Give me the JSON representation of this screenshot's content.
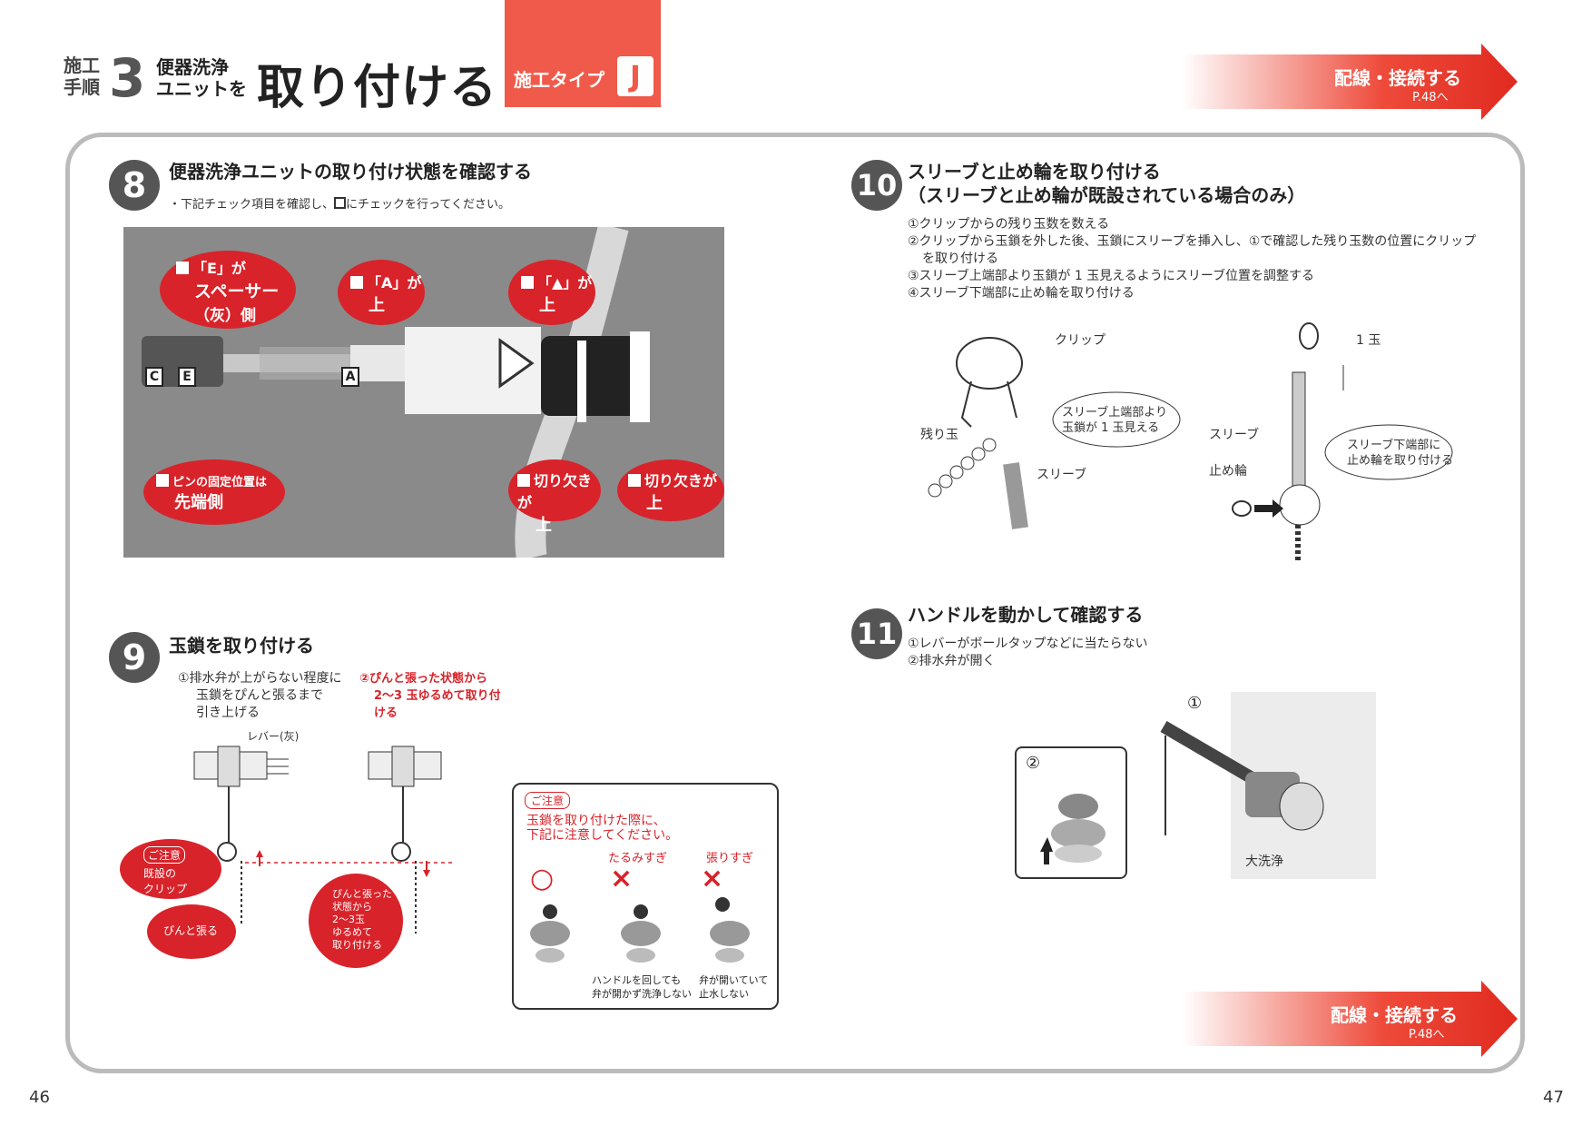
{
  "header": {
    "step_label_1": "施工",
    "step_label_2": "手順",
    "step_num": "3",
    "sub_1": "便器洗浄",
    "sub_2": "ユニットを",
    "title": "取り付ける",
    "type_label": "施工タイプ",
    "type_letter": "J"
  },
  "links": {
    "top": {
      "label": "配線・接続する",
      "page": "P.48へ"
    },
    "bottom": {
      "label": "配線・接続する",
      "page": "P.48へ"
    }
  },
  "step8": {
    "num": "8",
    "title": "便器洗浄ユニットの取り付け状態を確認する",
    "note_pre": "・下記チェック項目を確認し、",
    "note_post": "にチェックを行ってください。",
    "photo": {
      "b1_line1": "「E」が",
      "b1_line2": "スペーサー",
      "b1_line3": "（灰）側",
      "b2_line1": "「A」が",
      "b2_line2": "上",
      "b3_line1": "「▲」が",
      "b3_line2": "上",
      "b4_line1": "ピンの固定位置は",
      "b4_line2": "先端側",
      "b5_line1": "切り欠きが",
      "b5_line2": "上",
      "b6_line1": "切り欠きが",
      "b6_line2": "上",
      "label_c": "C",
      "label_e": "E",
      "label_a": "A"
    }
  },
  "step9": {
    "num": "9",
    "title": "玉鎖を取り付ける",
    "i1_line1": "①排水弁が上がらない程度に",
    "i1_line2": "玉鎖をぴんと張るまで",
    "i1_line3": "引き上げる",
    "i2_line1": "②ぴんと張った状態から",
    "i2_line2": "2～3 玉ゆるめて取り付",
    "i2_line3": "ける",
    "lever": "レバー(灰)",
    "caution_tag": "ご注意",
    "existing_1": "既設の",
    "existing_2": "クリップ",
    "pull": "ぴんと張る",
    "loosen": [
      "ぴんと張った",
      "状態から",
      "2～3玉",
      "ゆるめて",
      "取り付ける"
    ],
    "caution_box": {
      "tag": "ご注意",
      "line1": "玉鎖を取り付けた際に、",
      "line2": "下記に注意してください。",
      "too_loose": "たるみすぎ",
      "too_tight": "張りすぎ",
      "ok_mark": "○",
      "ng_mark": "×",
      "cap_loose_1": "ハンドルを回しても",
      "cap_loose_2": "弁が開かず洗浄しない",
      "cap_tight_1": "弁が開いていて",
      "cap_tight_2": "止水しない"
    }
  },
  "step10": {
    "num": "10",
    "title_1": "スリーブと止め輪を取り付ける",
    "title_2": "（スリーブと止め輪が既設されている場合のみ）",
    "i1": "①クリップからの残り玉数を数える",
    "i2a": "②クリップから玉鎖を外した後、玉鎖にスリーブを挿入し、①で確認した残り玉数の位置にクリップ",
    "i2b": "を取り付ける",
    "i3": "③スリーブ上端部より玉鎖が 1 玉見えるようにスリーブ位置を調整する",
    "i4": "④スリーブ下端部に止め輪を取り付ける",
    "clip": "クリップ",
    "remain": "残り玉",
    "sleeve_a": "スリーブ",
    "callout_a1": "スリーブ上端部より",
    "callout_a2": "玉鎖が 1 玉見える",
    "one_ball": "1 玉",
    "sleeve_b": "スリーブ",
    "stop_ring": "止め輪",
    "callout_b1": "スリーブ下端部に",
    "callout_b2": "止め輪を取り付ける"
  },
  "step11": {
    "num": "11",
    "title": "ハンドルを動かして確認する",
    "i1": "①レバーがボールタップなどに当たらない",
    "i2": "②排水弁が開く",
    "m1": "①",
    "m2": "②",
    "flush": "大洗浄"
  },
  "pages": {
    "left": "46",
    "right": "47"
  },
  "colors": {
    "accent": "#d8232a",
    "type_bg": "#ef5a4a",
    "frame": "#bbbbbb",
    "photo_bg": "#8a8a8a"
  }
}
